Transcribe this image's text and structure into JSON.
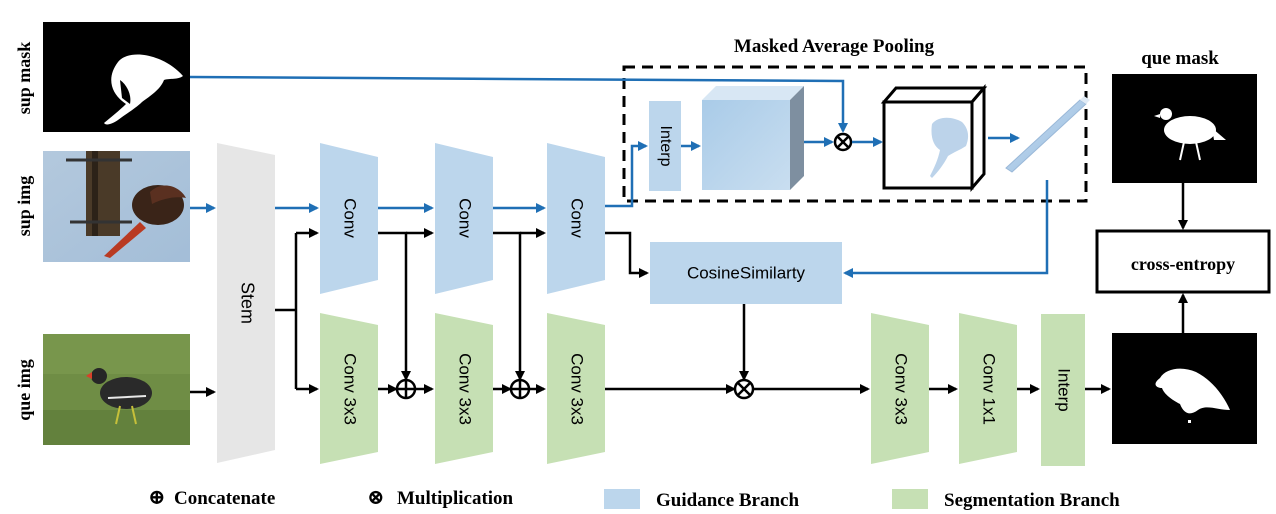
{
  "inputs": {
    "sup_mask": "sup mask",
    "sup_img": "sup img",
    "que_img": "que img"
  },
  "outputs": {
    "que_mask": "que mask",
    "loss": "cross-entropy"
  },
  "blocks": {
    "stem": "Stem",
    "guidance_conv_1": "Conv",
    "guidance_conv_2": "Conv",
    "guidance_conv_3": "Conv",
    "seg_conv_1": "Conv 3x3",
    "seg_conv_2": "Conv 3x3",
    "seg_conv_3": "Conv 3x3",
    "seg_conv_4": "Conv 3x3",
    "seg_conv_5": "Conv 1x1",
    "seg_interp": "Interp",
    "map_interp": "Interp",
    "cosine": "CosineSimilarty"
  },
  "pooling_title": "Masked Average Pooling",
  "legend": {
    "concat_symbol": "⊕",
    "concat": "Concatenate",
    "mult_symbol": "⊗",
    "mult": "Multiplication",
    "guidance": "Guidance Branch",
    "segmentation": "Segmentation Branch"
  },
  "colors": {
    "guidance": "#bcd6ec",
    "segmentation": "#c6e0b4",
    "stem": "#e6e6e6",
    "blue_arrow": "#1f6fb5",
    "black_arrow": "#000000"
  }
}
